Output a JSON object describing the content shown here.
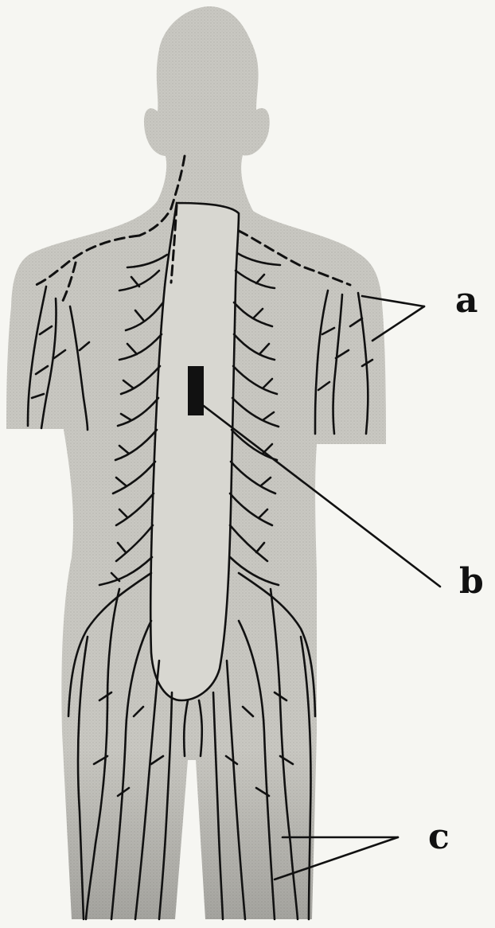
{
  "colors": {
    "background": "#f6f6f2",
    "body_fill": "#c9c8c2",
    "body_fill_dark": "#b3b2ac",
    "spine_fill": "#d7d6d0",
    "line": "#111111",
    "patch": "#111111"
  },
  "labels": {
    "a": "a",
    "b": "b",
    "c": "c"
  }
}
